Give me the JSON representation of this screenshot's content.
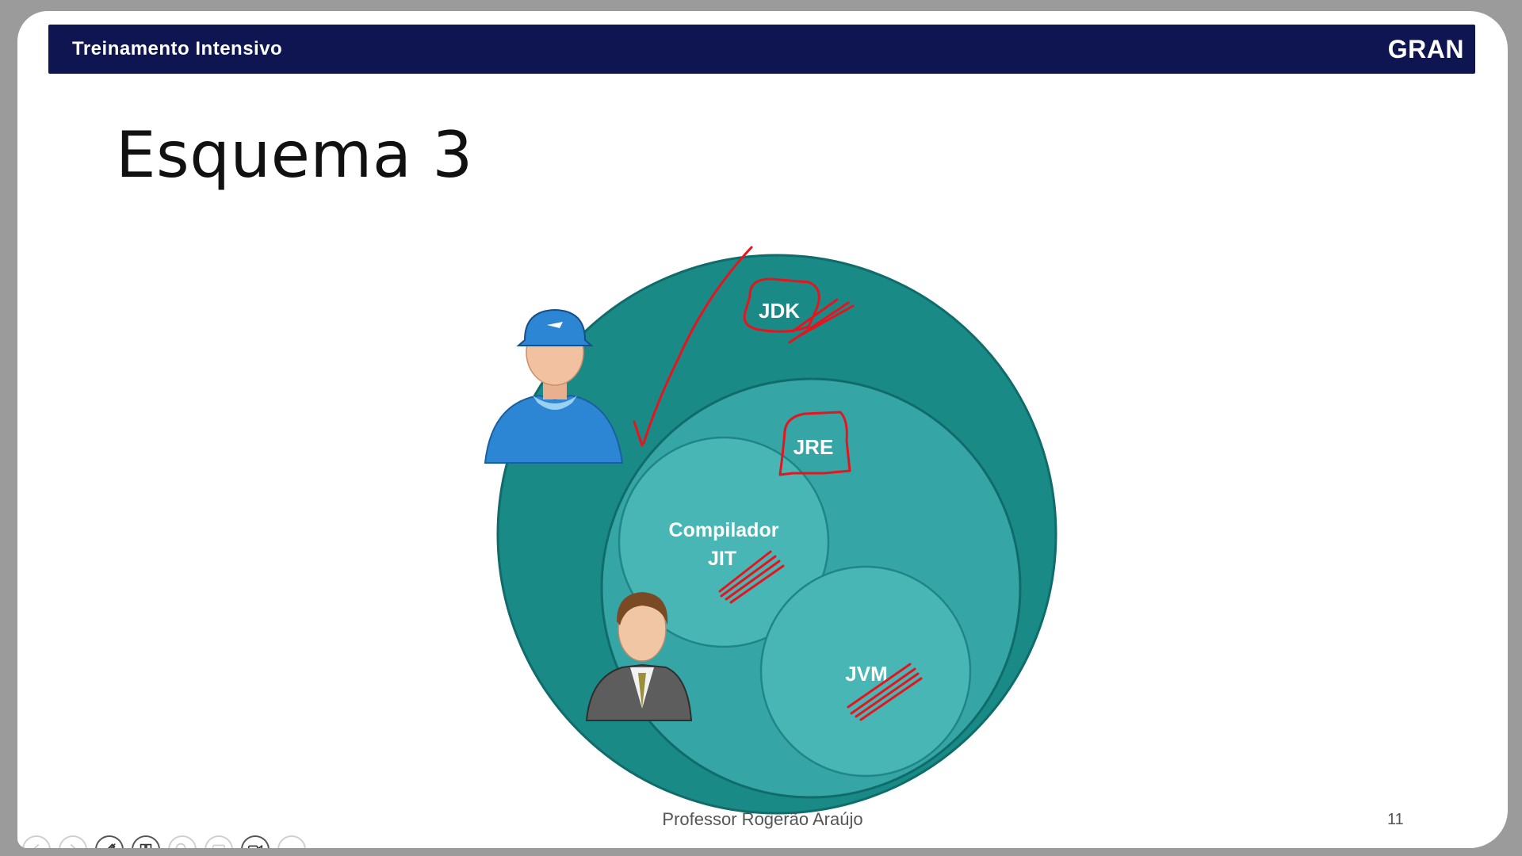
{
  "header": {
    "title": "Treinamento Intensivo",
    "logo": "GRAN"
  },
  "slide": {
    "title": "Esquema 3",
    "diagram": {
      "jdk_label": "JDK",
      "jre_label": "JRE",
      "jit_line1": "Compilador",
      "jit_line2": "JIT",
      "jvm_label": "JVM"
    },
    "footer_author": "Professor Rogerão Araújo",
    "page_number": "11"
  },
  "colors": {
    "header_bg": "#0e1550",
    "jdk": "#1a8a87",
    "jre": "#36a5a5",
    "inner": "#49b6b6",
    "annotation": "#e6141e"
  },
  "controls": [
    {
      "name": "previous-icon",
      "active": false
    },
    {
      "name": "next-icon",
      "active": false
    },
    {
      "name": "pen-icon",
      "active": true
    },
    {
      "name": "slides-grid-icon",
      "active": true
    },
    {
      "name": "zoom-icon",
      "active": false
    },
    {
      "name": "subtitles-icon",
      "active": false
    },
    {
      "name": "camera-icon",
      "active": true
    },
    {
      "name": "more-options-icon",
      "active": false
    }
  ]
}
